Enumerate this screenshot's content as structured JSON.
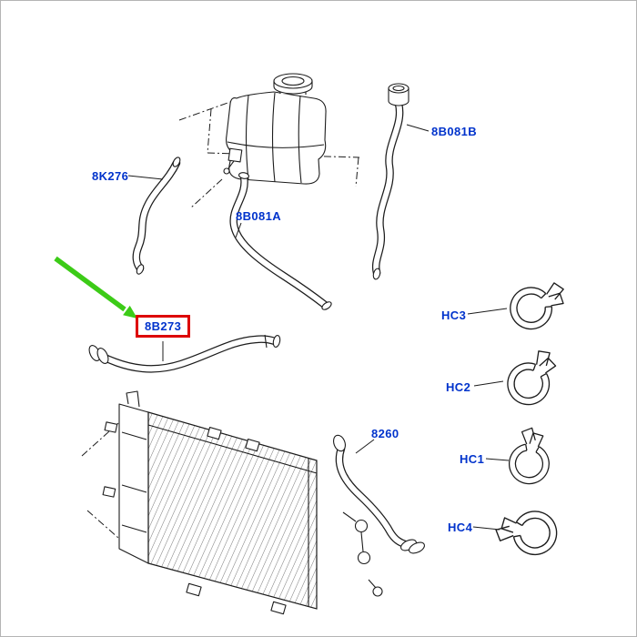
{
  "diagram": {
    "description": "Cooling system parts diagram: expansion tank, radiator, coolant hoses and hose clamps",
    "parts": {
      "p8K276": "8K276",
      "p8B081A": "8B081A",
      "p8B081B": "8B081B",
      "p8B273": "8B273",
      "p8260": "8260",
      "HC3": "HC3",
      "HC2": "HC2",
      "HC1": "HC1",
      "HC4": "HC4"
    },
    "selected_part": "8B273",
    "colors": {
      "label_text": "#0033cc",
      "highlight_box": "#dd0000",
      "highlight_arrow": "#3ccb17",
      "line_art": "#1c1c1c",
      "canvas_border": "#b4b4b4",
      "background": "#ffffff"
    }
  }
}
